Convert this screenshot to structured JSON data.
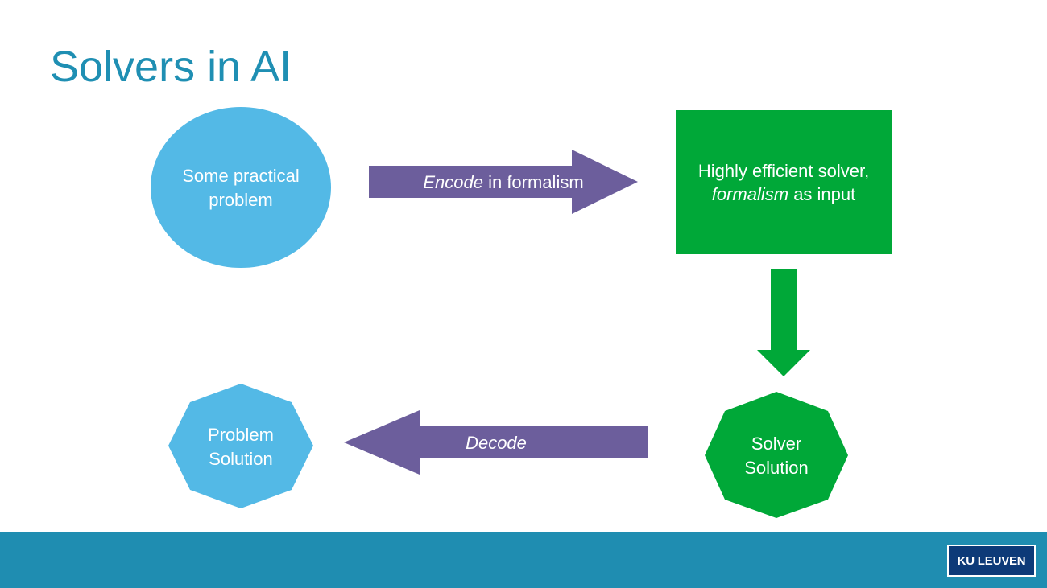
{
  "slide": {
    "title": "Solvers in AI"
  },
  "nodes": {
    "practical_problem": {
      "line1": "Some practical",
      "line2": "problem",
      "color": "#53b9e6"
    },
    "solver": {
      "line1": "Highly efficient solver,",
      "line2_em": "formalism",
      "line2_rest": " as input",
      "color": "#00a838"
    },
    "solver_solution": {
      "line1": "Solver",
      "line2": "Solution",
      "color": "#00a838"
    },
    "problem_solution": {
      "line1": "Problem",
      "line2": "Solution",
      "color": "#53b9e6"
    }
  },
  "edges": {
    "encode": {
      "em": "Encode",
      "rest": " in formalism",
      "color": "#6c5e9c"
    },
    "decode": {
      "em": "Decode",
      "color": "#6c5e9c"
    },
    "down": {
      "color": "#00a838"
    }
  },
  "footer": {
    "color": "#1f8db1",
    "logo": "KU LEUVEN",
    "logo_color": "#0d3a78"
  }
}
